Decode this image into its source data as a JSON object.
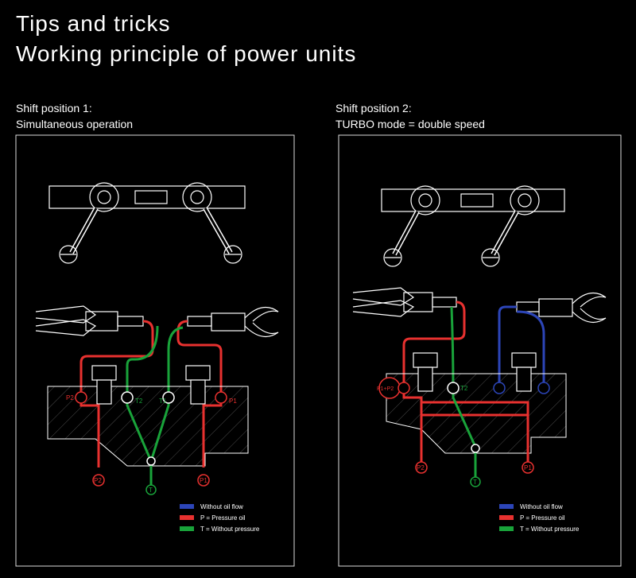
{
  "title_line1": "Tips and tricks",
  "title_line2": "Working principle of power units",
  "panels": [
    {
      "caption_line1": "Shift position 1:",
      "caption_line2": "Simultaneous operation",
      "port_labels": {
        "p2_top": "P2",
        "t2": "T2",
        "t1": "T1",
        "p1_top": "P1",
        "p2_bottom": "P2",
        "p1_bottom": "P1",
        "t_bottom": "T"
      },
      "legend": [
        "Without oil flow",
        "P = Pressure oil",
        "T = Without pressure"
      ]
    },
    {
      "caption_line1": "Shift position 2:",
      "caption_line2": "TURBO mode = double speed",
      "port_labels": {
        "p1p2": "P1+P2",
        "t2": "T2",
        "p2_bottom": "P2",
        "p1_bottom": "P1",
        "t_bottom": "T"
      },
      "legend": [
        "Without oil flow",
        "P = Pressure oil",
        "T = Without pressure"
      ]
    }
  ],
  "colors": {
    "no_flow": "#2c45b8",
    "pressure": "#e8312f",
    "no_pressure": "#19a33a",
    "line": "#ffffff",
    "background": "#000000"
  }
}
